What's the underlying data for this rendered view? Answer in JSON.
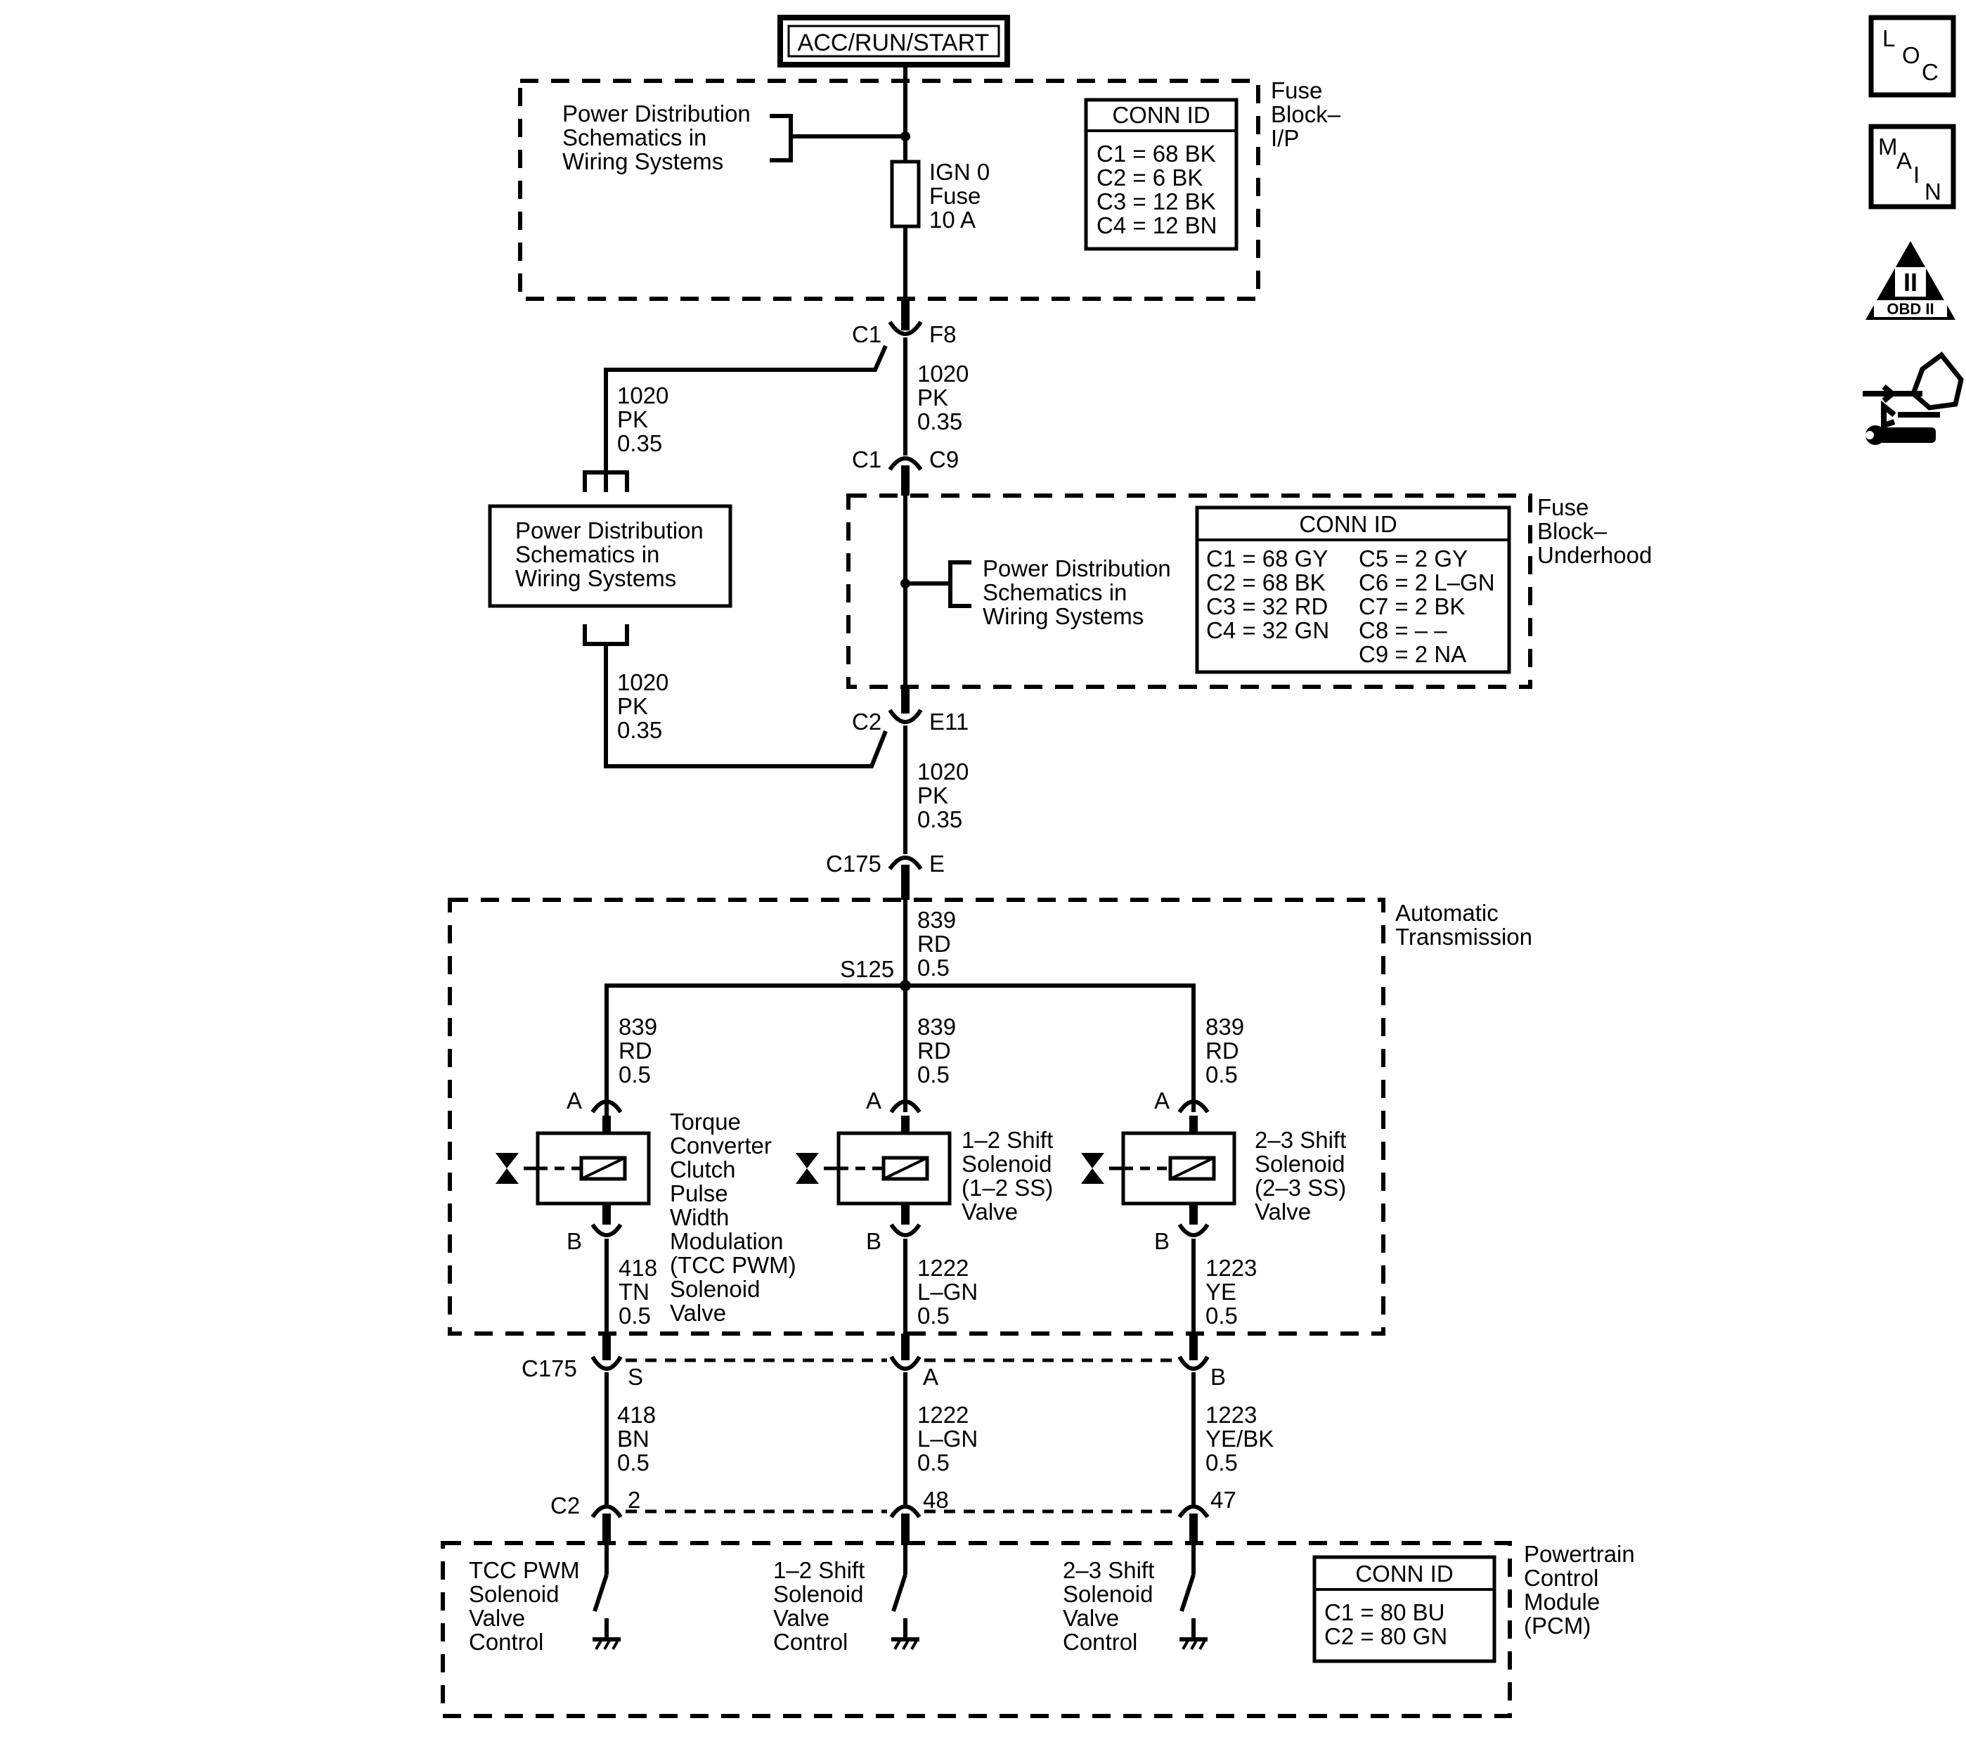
{
  "power_source": "ACC/RUN/START",
  "fuse_block_ip": {
    "title_lines": [
      "Fuse",
      "Block–",
      "I/P"
    ],
    "conn_id_title": "CONN ID",
    "conn_ids": [
      "C1 = 68 BK",
      "C2 = 6 BK",
      "C3 = 12 BK",
      "C4 = 12 BN"
    ],
    "power_dist_lines": [
      "Power Distribution",
      "Schematics in",
      "Wiring Systems"
    ],
    "fuse_lines": [
      "IGN 0",
      "Fuse",
      "10 A"
    ]
  },
  "fuse_block_underhood": {
    "title_lines": [
      "Fuse",
      "Block–",
      "Underhood"
    ],
    "conn_id_title": "CONN ID",
    "conn_ids_left": [
      "C1 = 68 GY",
      "C2 = 68 BK",
      "C3 = 32 RD",
      "C4 = 32 GN"
    ],
    "conn_ids_right": [
      "C5 = 2 GY",
      "C6 = 2 L–GN",
      "C7 = 2 BK",
      "C8 = – –",
      "C9 = 2 NA"
    ],
    "power_dist_lines": [
      "Power Distribution",
      "Schematics in",
      "Wiring Systems"
    ]
  },
  "power_dist_box_lines": [
    "Power Distribution",
    "Schematics in",
    "Wiring Systems"
  ],
  "connectors": {
    "c1": "C1",
    "f8": "F8",
    "c9": "C9",
    "c2": "C2",
    "e11": "E11",
    "c175": "C175",
    "e": "E",
    "s125": "S125",
    "s": "S",
    "a": "A",
    "b": "B",
    "c2_pcm": "C2",
    "p2": "2",
    "p48": "48",
    "p47": "47",
    "sol_a": "A",
    "sol_b": "B"
  },
  "wires": {
    "w1020_main1": [
      "1020",
      "PK",
      "0.35"
    ],
    "w1020_left1": [
      "1020",
      "PK",
      "0.35"
    ],
    "w1020_left2": [
      "1020",
      "PK",
      "0.35"
    ],
    "w1020_main2": [
      "1020",
      "PK",
      "0.35"
    ],
    "w839_main": [
      "839",
      "RD",
      "0.5"
    ],
    "w839_left": [
      "839",
      "RD",
      "0.5"
    ],
    "w839_mid": [
      "839",
      "RD",
      "0.5"
    ],
    "w839_right": [
      "839",
      "RD",
      "0.5"
    ],
    "w418_tn": [
      "418",
      "TN",
      "0.5"
    ],
    "w1222_a": [
      "1222",
      "L–GN",
      "0.5"
    ],
    "w1223_ye": [
      "1223",
      "YE",
      "0.5"
    ],
    "w418_bn": [
      "418",
      "BN",
      "0.5"
    ],
    "w1222_b": [
      "1222",
      "L–GN",
      "0.5"
    ],
    "w1223_yebk": [
      "1223",
      "YE/BK",
      "0.5"
    ]
  },
  "automatic_transmission": {
    "title_lines": [
      "Automatic",
      "Transmission"
    ],
    "tcc_lines": [
      "Torque",
      "Converter",
      "Clutch",
      "Pulse",
      "Width",
      "Modulation",
      "(TCC PWM)",
      "Solenoid",
      "Valve"
    ],
    "ss12_lines": [
      "1–2 Shift",
      "Solenoid",
      "(1–2 SS)",
      "Valve"
    ],
    "ss23_lines": [
      "2–3 Shift",
      "Solenoid",
      "(2–3 SS)",
      "Valve"
    ]
  },
  "pcm": {
    "title_lines": [
      "Powertrain",
      "Control",
      "Module",
      "(PCM)"
    ],
    "conn_id_title": "CONN ID",
    "conn_ids": [
      "C1 = 80 BU",
      "C2 = 80 GN"
    ],
    "tcc_ctrl_lines": [
      "TCC PWM",
      "Solenoid",
      "Valve",
      "Control"
    ],
    "ss12_ctrl_lines": [
      "1–2 Shift",
      "Solenoid",
      "Valve",
      "Control"
    ],
    "ss23_ctrl_lines": [
      "2–3 Shift",
      "Solenoid",
      "Valve",
      "Control"
    ]
  },
  "side_icons": {
    "loc": [
      "L",
      "O",
      "C"
    ],
    "main": [
      "M",
      "A",
      "I",
      "N"
    ],
    "obd_roman": "II",
    "obd_label": "OBD II",
    "tool_icon": "connector-tool-icon"
  }
}
